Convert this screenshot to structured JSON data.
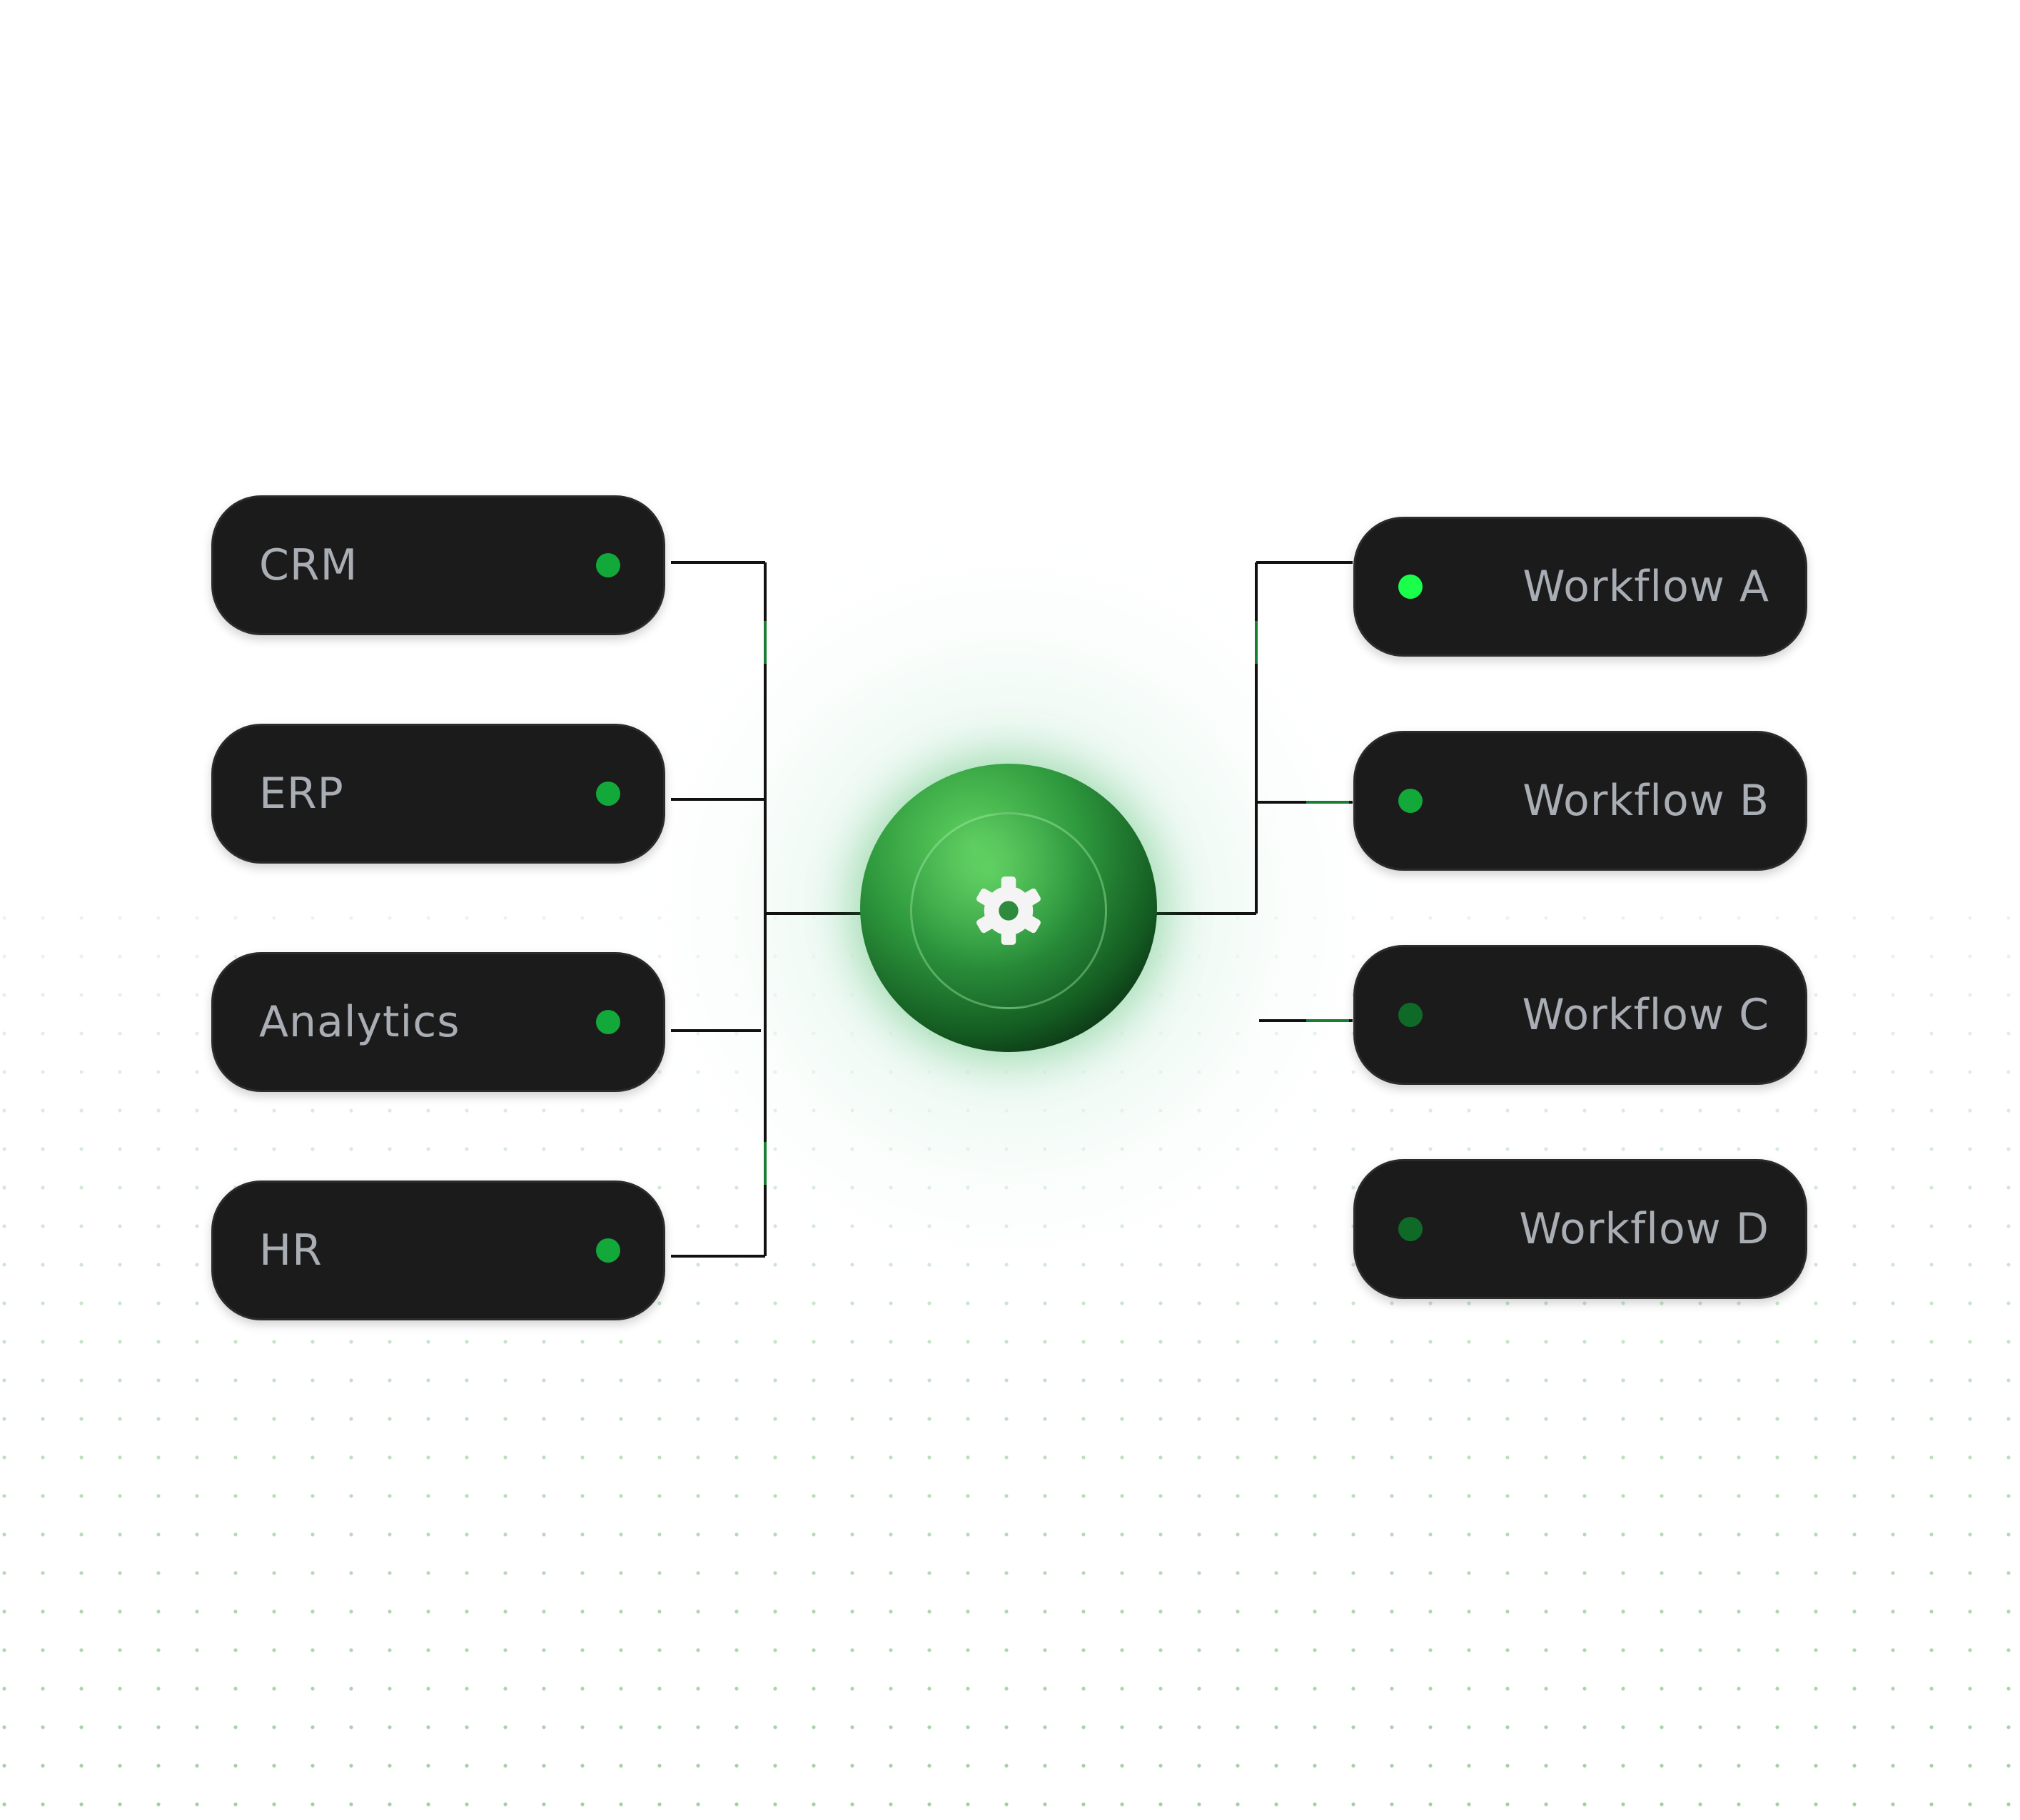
{
  "hub": {
    "icon": "gear-icon",
    "color": "#2f9a3e"
  },
  "sources": [
    {
      "label": "CRM",
      "dot_color": "#13a83a"
    },
    {
      "label": "ERP",
      "dot_color": "#13a83a"
    },
    {
      "label": "Analytics",
      "dot_color": "#13a83a"
    },
    {
      "label": "HR",
      "dot_color": "#13a83a"
    }
  ],
  "workflows": [
    {
      "label": "Workflow A",
      "dot_color": "#1aff4a"
    },
    {
      "label": "Workflow B",
      "dot_color": "#13a83a"
    },
    {
      "label": "Workflow C",
      "dot_color": "#0f6a27"
    },
    {
      "label": "Workflow D",
      "dot_color": "#0f6a27"
    }
  ],
  "colors": {
    "node_background": "#1b1b1b",
    "node_text": "#a9adb4",
    "connector": "#111111",
    "dot_grid": "#7ab87a"
  }
}
